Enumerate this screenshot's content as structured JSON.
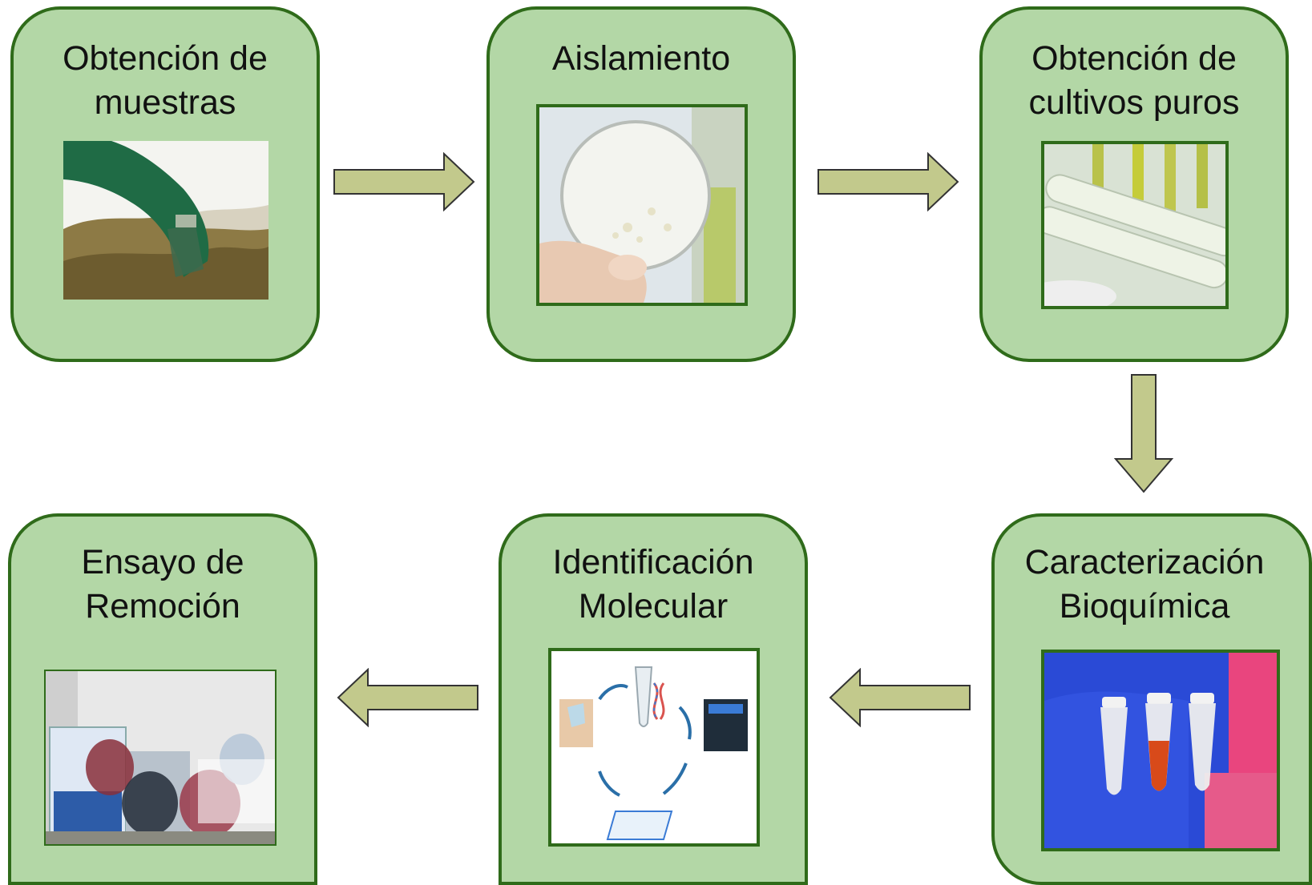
{
  "steps": {
    "s1": {
      "line1": "Obtención de",
      "line2": "muestras"
    },
    "s2": {
      "line1": "Aislamiento",
      "line2": ""
    },
    "s3": {
      "line1": "Obtención de",
      "line2": "cultivos puros"
    },
    "s4": {
      "line1": "Caracterización",
      "line2": "Bioquímica"
    },
    "s5": {
      "line1": "Identificación",
      "line2": "Molecular"
    },
    "s6": {
      "line1": "Ensayo de",
      "line2": "Remoción"
    }
  },
  "colors": {
    "box_fill": "#b3d7a6",
    "box_border": "#2f6b1a",
    "arrow_fill": "#c2c98c",
    "arrow_stroke": "#333333"
  }
}
